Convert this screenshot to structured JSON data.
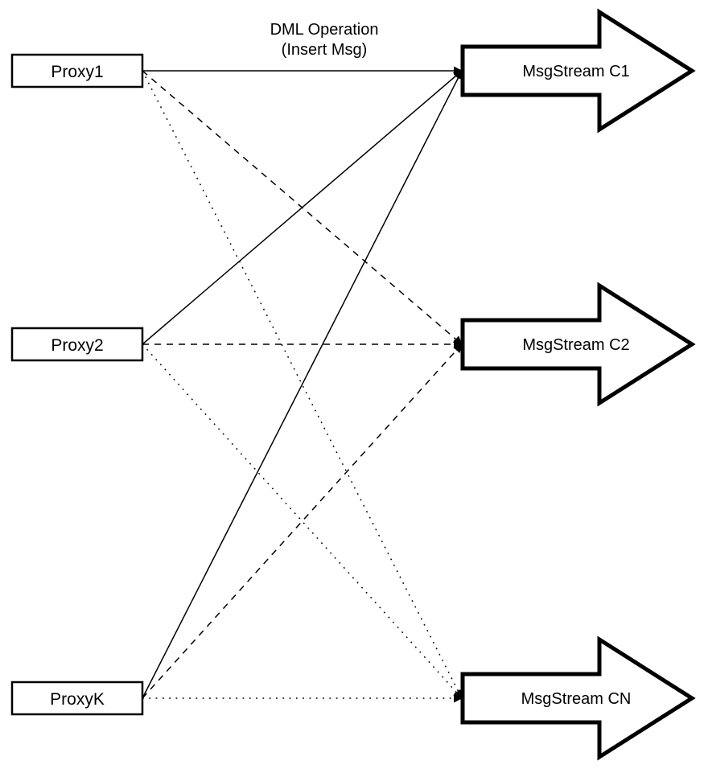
{
  "diagram": {
    "title": {
      "line1": "DML Operation",
      "line2": "(Insert Msg)"
    },
    "proxies": [
      {
        "label": "Proxy1"
      },
      {
        "label": "Proxy2"
      },
      {
        "label": "ProxyK"
      }
    ],
    "streams": [
      {
        "label": "MsgStream C1",
        "incoming_line_style": "solid"
      },
      {
        "label": "MsgStream C2",
        "incoming_line_style": "dashed"
      },
      {
        "label": "MsgStream CN",
        "incoming_line_style": "dotted"
      }
    ],
    "connections": [
      {
        "from": "Proxy1",
        "to": "MsgStream C1",
        "style": "solid"
      },
      {
        "from": "Proxy1",
        "to": "MsgStream C2",
        "style": "dashed"
      },
      {
        "from": "Proxy1",
        "to": "MsgStream CN",
        "style": "dotted"
      },
      {
        "from": "Proxy2",
        "to": "MsgStream C1",
        "style": "solid"
      },
      {
        "from": "Proxy2",
        "to": "MsgStream C2",
        "style": "dashed"
      },
      {
        "from": "Proxy2",
        "to": "MsgStream CN",
        "style": "dotted"
      },
      {
        "from": "ProxyK",
        "to": "MsgStream C1",
        "style": "solid"
      },
      {
        "from": "ProxyK",
        "to": "MsgStream C2",
        "style": "dashed"
      },
      {
        "from": "ProxyK",
        "to": "MsgStream CN",
        "style": "dotted"
      }
    ],
    "colors": {
      "foreground": "#000000",
      "background": "#ffffff"
    }
  }
}
